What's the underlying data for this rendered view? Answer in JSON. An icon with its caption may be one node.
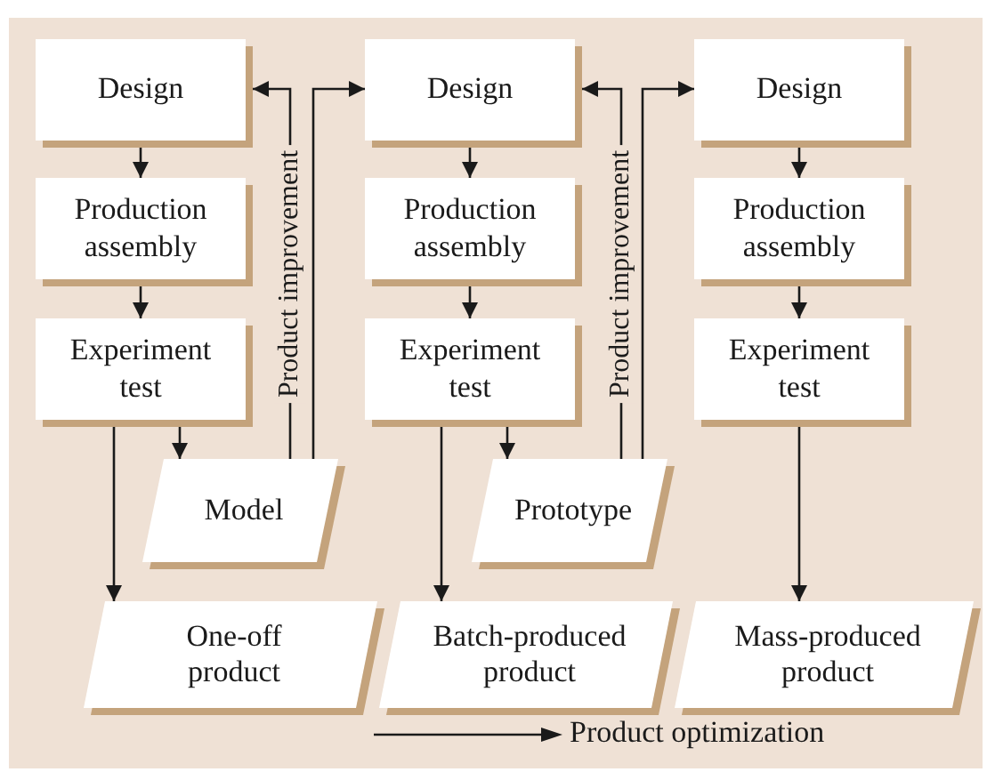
{
  "diagram": {
    "nodes": [
      {
        "text": [
          "Design"
        ]
      },
      {
        "text": [
          "Design"
        ]
      },
      {
        "text": [
          "Design"
        ]
      },
      {
        "text": [
          "Production assembly"
        ]
      },
      {
        "text": [
          "Production assembly"
        ]
      },
      {
        "text": [
          "Production assembly"
        ]
      },
      {
        "text": [
          "Experiment test"
        ]
      },
      {
        "text": [
          "Experiment test"
        ]
      },
      {
        "text": [
          "Experiment test"
        ]
      },
      {
        "text": [
          "Model"
        ]
      },
      {
        "text": [
          "Prototype"
        ]
      },
      {
        "text": [
          "One-off product"
        ]
      },
      {
        "text": [
          "Batch-produced product"
        ]
      },
      {
        "text": [
          "Mass-produced product"
        ]
      }
    ],
    "edges": [
      {
        "from": 0,
        "to": 3,
        "arrow": "to"
      },
      {
        "from": 3,
        "to": 6,
        "arrow": "to"
      },
      {
        "from": 6,
        "to": 9,
        "arrow": "to"
      },
      {
        "from": 6,
        "to": 11,
        "arrow": "to"
      },
      {
        "from": 1,
        "to": 4,
        "arrow": "to"
      },
      {
        "from": 4,
        "to": 7,
        "arrow": "to"
      },
      {
        "from": 7,
        "to": 10,
        "arrow": "to"
      },
      {
        "from": 7,
        "to": 12,
        "arrow": "to"
      },
      {
        "from": 2,
        "to": 5,
        "arrow": "to"
      },
      {
        "from": 5,
        "to": 8,
        "arrow": "to"
      },
      {
        "from": 8,
        "to": 13,
        "arrow": "to"
      },
      {
        "from": 9,
        "to": 0,
        "arrow": "to",
        "label": "Product improvement"
      },
      {
        "from": 9,
        "to": 1,
        "arrow": "to"
      },
      {
        "from": 10,
        "to": 1,
        "arrow": "to",
        "label": "Product improvement"
      },
      {
        "from": 10,
        "to": 2,
        "arrow": "to"
      }
    ],
    "labels": [
      "Product optimization"
    ]
  }
}
